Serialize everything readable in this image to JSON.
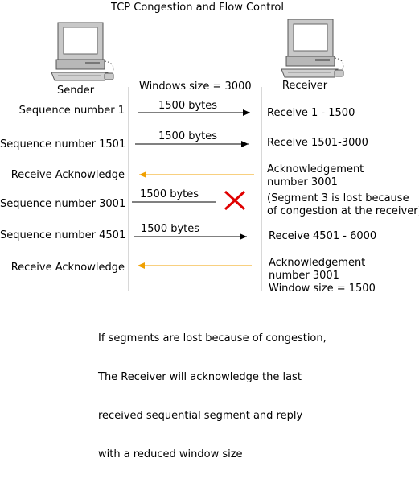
{
  "title": "TCP Congestion and Flow Control",
  "sender_label": "Sender",
  "receiver_label": "Receiver",
  "window_label": "Windows size = 3000",
  "rows": [
    {
      "left": "Sequence number 1",
      "bytes": "1500 bytes",
      "right": [
        "Receive 1 - 1500"
      ]
    },
    {
      "left": "Sequence number 1501",
      "bytes": "1500 bytes",
      "right": [
        "Receive 1501-3000"
      ]
    },
    {
      "left": "Receive Acknowledge",
      "bytes": "",
      "right": [
        "Acknowledgement",
        "number 3001"
      ]
    },
    {
      "left": "Sequence number 3001",
      "bytes": "1500 bytes",
      "right": [
        "(Segment 3 is lost because",
        "of congestion at the receiver)"
      ]
    },
    {
      "left": "Sequence number 4501",
      "bytes": "1500 bytes",
      "right": [
        "Receive 4501 - 6000"
      ]
    },
    {
      "left": "Receive Acknowledge",
      "bytes": "",
      "right": [
        "Acknowledgement",
        "number 3001",
        "Window size = 1500"
      ]
    }
  ],
  "note_lines": [
    "If segments are lost because of congestion,",
    "The Receiver will acknowledge the last",
    "received sequential segment and reply",
    "with a reduced window size"
  ],
  "colors": {
    "data_arrow": "#000000",
    "ack_arrow": "#f0a000",
    "lost_mark": "#e00000",
    "lifeline": "#b0b0b0"
  },
  "icons": [
    "computer-icon",
    "lost-x-icon"
  ]
}
